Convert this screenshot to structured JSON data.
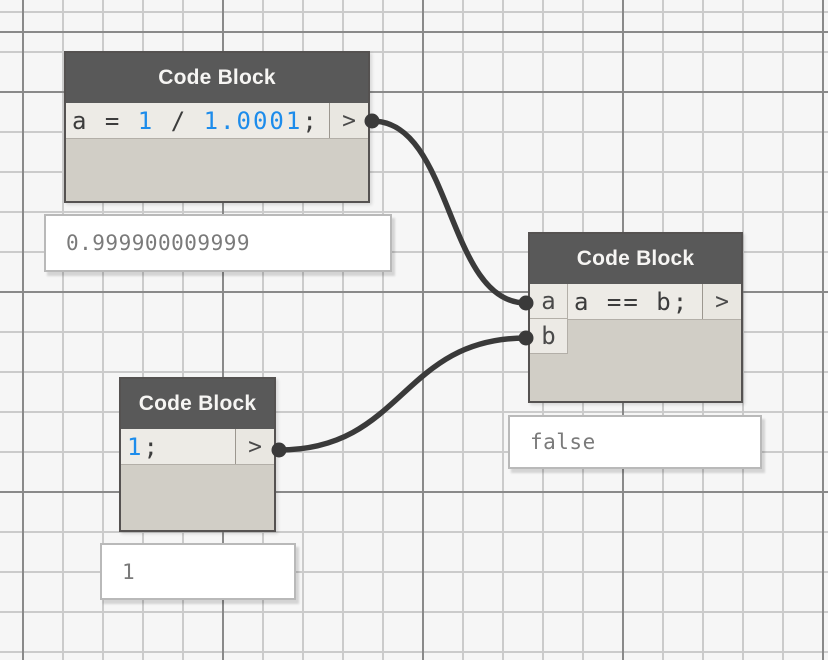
{
  "colors": {
    "canvas_bg": "#f6f6f6",
    "grid_minor": "#cbcbcb",
    "grid_major": "#8a8a8a",
    "node_header": "#595959",
    "node_body": "#d1cec6",
    "code_bg": "#edebe6",
    "port_bg": "#eceae5",
    "number_accent": "#1d8ceb",
    "wire": "#3a3a3a",
    "preview_text": "#7a7a7a"
  },
  "nodes": [
    {
      "title": "Code Block",
      "code_tokens": [
        {
          "text": "a = ",
          "type": "plain"
        },
        {
          "text": "1",
          "type": "number"
        },
        {
          "text": " / ",
          "type": "plain"
        },
        {
          "text": "1.0001",
          "type": "number"
        },
        {
          "text": ";",
          "type": "plain"
        }
      ],
      "inputs": [],
      "output_label": ">",
      "preview": "0.999900009999"
    },
    {
      "title": "Code Block",
      "code_tokens": [
        {
          "text": "a == b;",
          "type": "plain"
        }
      ],
      "inputs": [
        "a",
        "b"
      ],
      "output_label": ">",
      "preview": "false"
    },
    {
      "title": "Code Block",
      "code_tokens": [
        {
          "text": "1",
          "type": "number"
        },
        {
          "text": ";",
          "type": "plain"
        }
      ],
      "inputs": [],
      "output_label": ">",
      "preview": "1"
    }
  ],
  "connections": [
    {
      "from": "code-block-1.output",
      "to": "code-block-2.input-a"
    },
    {
      "from": "code-block-3.output",
      "to": "code-block-2.input-b"
    }
  ]
}
